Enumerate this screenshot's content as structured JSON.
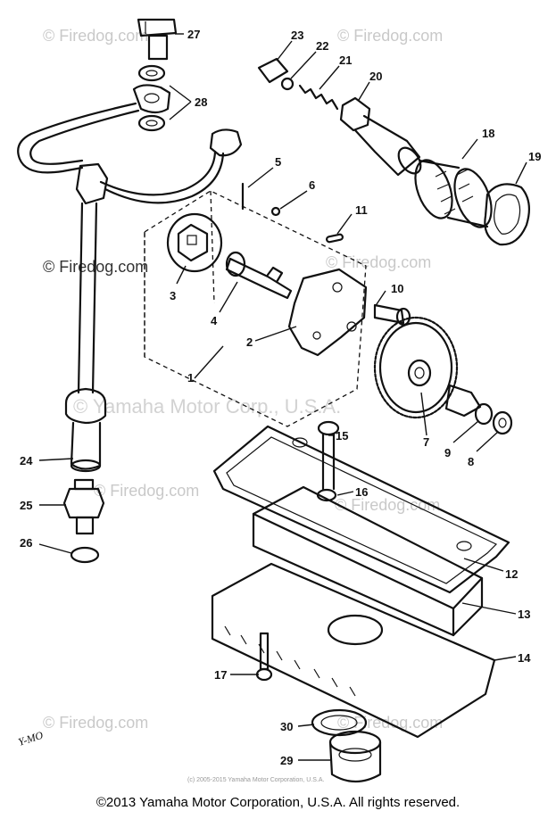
{
  "watermark": {
    "text": "© Firedog.com",
    "main": "© Yamaha Motor Corp., U.S.A."
  },
  "fine_print": "(c) 2005-2015 Yamaha Motor Corporation, U.S.A.",
  "copyright": "©2013 Yamaha Motor Corporation, U.S.A. All rights reserved.",
  "signature": "Y-MO",
  "callouts": [
    "1",
    "2",
    "3",
    "4",
    "5",
    "6",
    "7",
    "8",
    "9",
    "10",
    "11",
    "12",
    "13",
    "14",
    "15",
    "16",
    "17",
    "18",
    "19",
    "20",
    "21",
    "22",
    "23",
    "24",
    "25",
    "26",
    "27",
    "28",
    "29",
    "30"
  ]
}
